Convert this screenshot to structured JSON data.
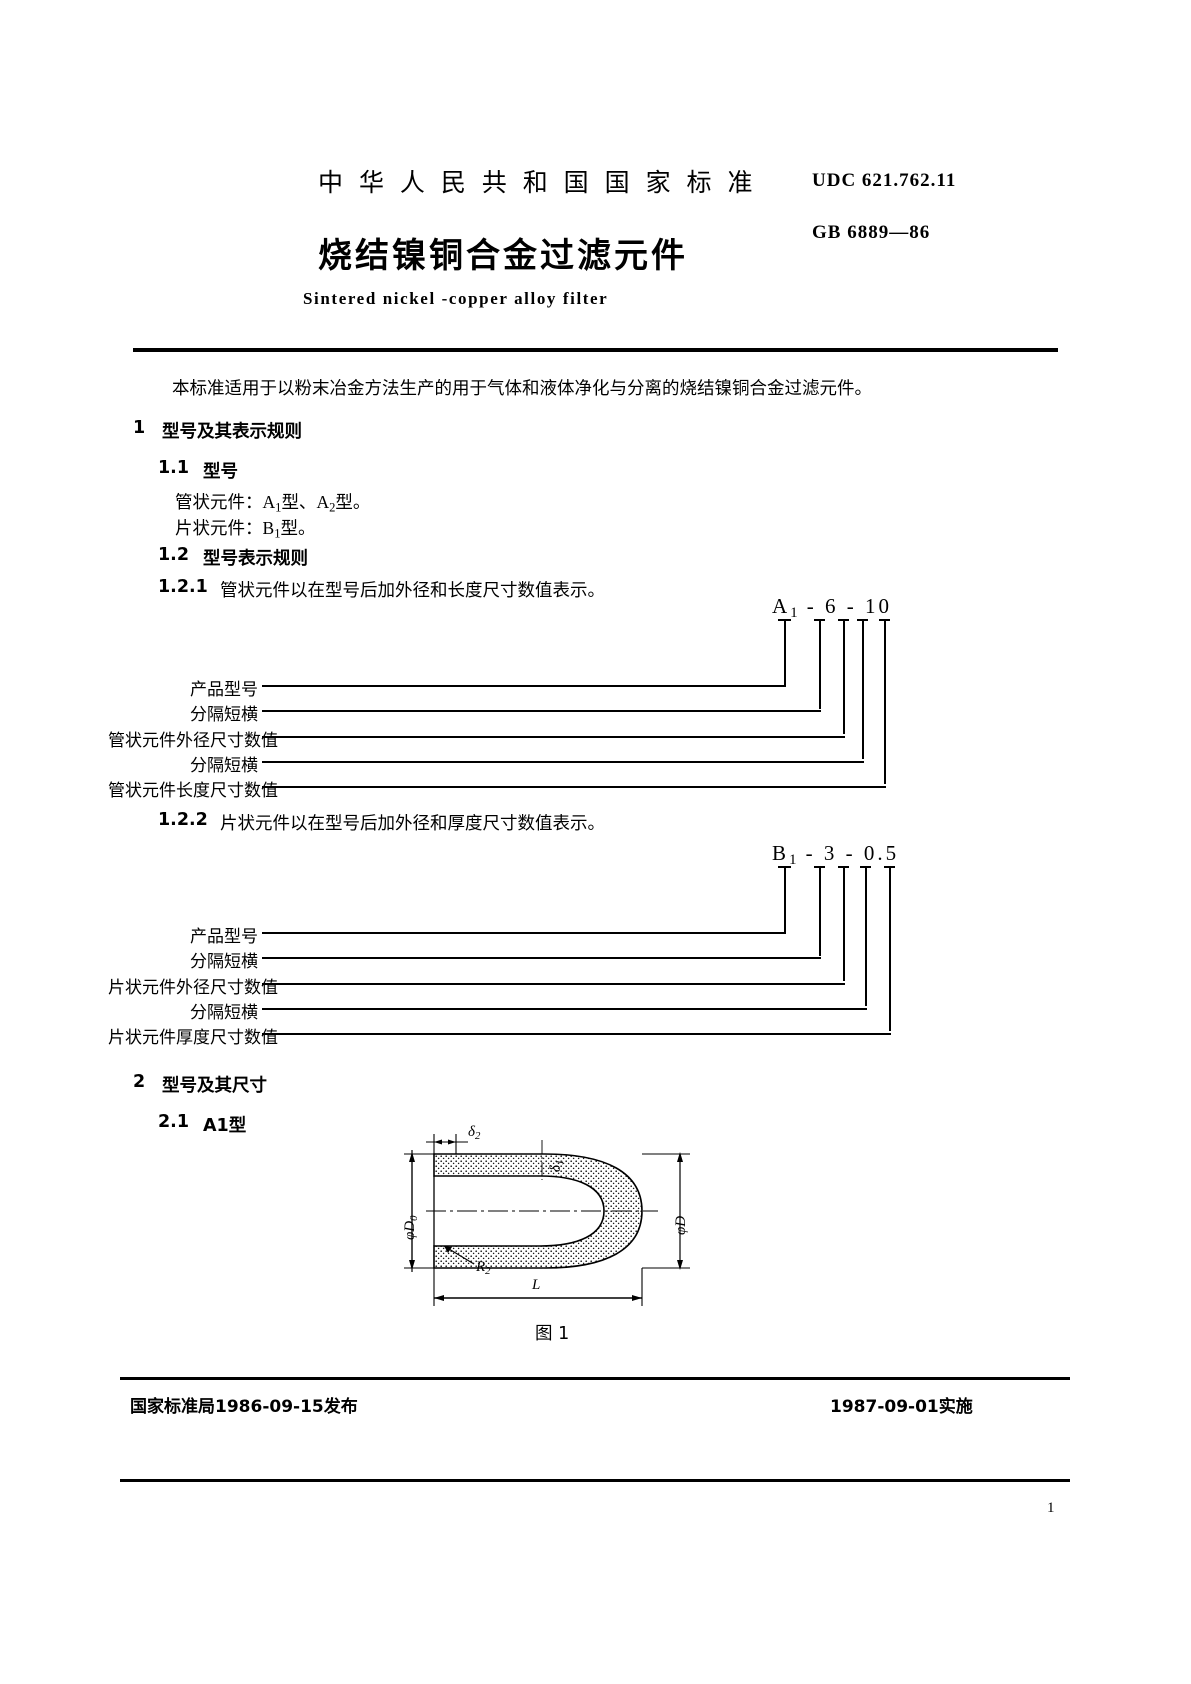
{
  "header": {
    "national_standard": "中 华 人 民 共 和 国 国 家 标 准",
    "title_cn": "烧结镍铜合金过滤元件",
    "title_en": "Sintered  nickel -copper  alloy filter",
    "udc": "UDC 621.762.11",
    "standard_no": "GB 6889—86"
  },
  "scope": {
    "paragraph": "本标准适用于以粉末冶金方法生产的用于气体和液体净化与分离的烧结镍铜合金过滤元件。"
  },
  "sections": {
    "s1": {
      "number": "1",
      "title": "型号及其表示规则"
    },
    "s1_1": {
      "number": "1.1",
      "title": "型号",
      "line1_label": "管状元件：",
      "line1_value_a": "A",
      "line1_sub_a": "1",
      "line1_mid": "型、",
      "line1_value_b": "A",
      "line1_sub_b": "2",
      "line1_end": "型。",
      "line2_label": "片状元件：",
      "line2_value": "B",
      "line2_sub": "1",
      "line2_end": "型。"
    },
    "s1_2": {
      "number": "1.2",
      "title": "型号表示规则"
    },
    "s1_2_1": {
      "number": "1.2.1",
      "text": "管状元件以在型号后加外径和长度尺寸数值表示。",
      "code": "A₁ - 6 - 10",
      "code_main": "A",
      "code_sub": "1",
      "code_rest": "- 6 - 10",
      "labels": [
        "产品型号",
        "分隔短横",
        "管状元件外径尺寸数值",
        "分隔短横",
        "管状元件长度尺寸数值"
      ]
    },
    "s1_2_2": {
      "number": "1.2.2",
      "text": "片状元件以在型号后加外径和厚度尺寸数值表示。",
      "code": "B₁ - 3 - 0.5",
      "code_main": "B",
      "code_sub": "1",
      "code_rest": "- 3 - 0.5",
      "labels": [
        "产品型号",
        "分隔短横",
        "片状元件外径尺寸数值",
        "分隔短横",
        "片状元件厚度尺寸数值"
      ]
    },
    "s2": {
      "number": "2",
      "title": "型号及其尺寸"
    },
    "s2_1": {
      "number": "2.1",
      "title_pre": "A",
      "title_post": "1型"
    }
  },
  "figure": {
    "caption": "图 1",
    "dimensions": {
      "delta1": "δ",
      "delta1_sub": "1",
      "delta2": "δ",
      "delta2_sub": "2",
      "phi_d0": "φD",
      "phi_d0_sub": "0",
      "phi_d": "φD",
      "radius": "R",
      "radius_sub": "2",
      "length": "L"
    }
  },
  "footer": {
    "issue": "国家标准局1986-09-15发布",
    "effective": "1987-09-01实施",
    "page_number": "1"
  }
}
